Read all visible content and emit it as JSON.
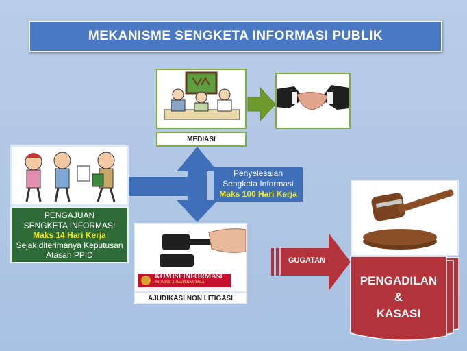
{
  "title": "MEKANISME SENGKETA INFORMASI PUBLIK",
  "mediasi": {
    "label": "MEDIASI"
  },
  "pengajuan": {
    "line1": "PENGAJUAN",
    "line2": "SENGKETA INFORMASI",
    "deadline": "Maks 14 Hari Kerja",
    "line4": "Sejak diterimanya Keputusan",
    "line5": "Atasan PPID"
  },
  "penyelesaian": {
    "line1": "Penyelesaian",
    "line2": "Sengketa Informasi",
    "deadline": "Maks 100 Hari Kerja"
  },
  "ajudikasi": {
    "label": "AJUDIKASI NON LITIGASI",
    "banner": "KOMISI INFORMASI",
    "banner_sub": "PROVINSI SUMATERA UTARA"
  },
  "gugatan": {
    "label": "GUGATAN"
  },
  "pengadilan": {
    "line1": "PENGADILAN",
    "line2": "&",
    "line3": "KASASI"
  },
  "colors": {
    "title_bg": "#4a78c2",
    "panel_green": "#2e6b38",
    "arrow_blue": "#3f6fb8",
    "arrow_green": "#6e9a2c",
    "arrow_red": "#b2333a",
    "deadline_yellow": "#f2e51a"
  }
}
